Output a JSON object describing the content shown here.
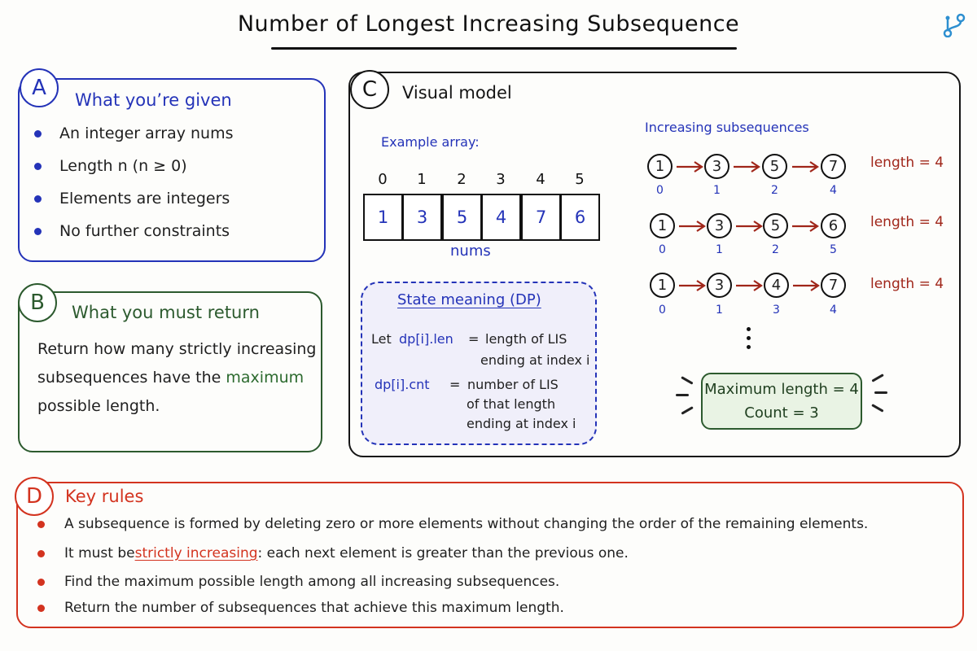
{
  "title": "Number of Longest Increasing Subsequence",
  "logo_icon": "branch-icon",
  "colors": {
    "panel_a": "#2433b8",
    "panel_b": "#2c5a2e",
    "panel_c": "#151515",
    "panel_d": "#d3331f",
    "arrow": "#a0261a"
  },
  "panel_a": {
    "label": "A",
    "heading": "What you’re given",
    "items": [
      "An integer array nums",
      "Length n (n ≥ 0)",
      "Elements are integers",
      "No further constraints"
    ]
  },
  "panel_b": {
    "label": "B",
    "heading": "What you must return",
    "line1": "Return how many strictly increasing",
    "line2_pre": "subsequences have the ",
    "line2_highlight": "maximum",
    "line3": "possible length."
  },
  "panel_c": {
    "label": "C",
    "heading": "Visual model",
    "example_label": "Example array:",
    "indices": [
      "0",
      "1",
      "2",
      "3",
      "4",
      "5"
    ],
    "values": [
      "1",
      "3",
      "5",
      "4",
      "7",
      "6"
    ],
    "array_name": "nums",
    "state": {
      "title": "State meaning (DP)",
      "let_word": "Let",
      "len_var": "dp[i].len",
      "len_eq": "=",
      "len_desc1": "length of LIS",
      "len_desc2": "ending at index i",
      "cnt_var": "dp[i].cnt",
      "cnt_eq": "=",
      "cnt_desc1": "number of LIS",
      "cnt_desc2": "of that length",
      "cnt_desc3": "ending at index i"
    },
    "subseq_title": "Increasing subsequences",
    "subsequences": [
      {
        "nodes": [
          "1",
          "3",
          "5",
          "7"
        ],
        "indices": [
          "0",
          "1",
          "2",
          "4"
        ],
        "label": "length = 4"
      },
      {
        "nodes": [
          "1",
          "3",
          "5",
          "6"
        ],
        "indices": [
          "0",
          "1",
          "2",
          "5"
        ],
        "label": "length = 4"
      },
      {
        "nodes": [
          "1",
          "3",
          "4",
          "7"
        ],
        "indices": [
          "0",
          "1",
          "3",
          "4"
        ],
        "label": "length = 4"
      }
    ],
    "summary": {
      "max_length": "Maximum length = 4",
      "count": "Count = 3"
    }
  },
  "panel_d": {
    "label": "D",
    "heading": "Key rules",
    "rule1": "A subsequence is formed by deleting zero or more elements without changing the order of the remaining elements.",
    "rule2_pre": "It must be ",
    "rule2_highlight": "strictly increasing",
    "rule2_post": ": each next element is greater than the previous one.",
    "rule3": "Find the maximum possible length among all increasing subsequences.",
    "rule4": "Return the number of subsequences that achieve this maximum length."
  }
}
